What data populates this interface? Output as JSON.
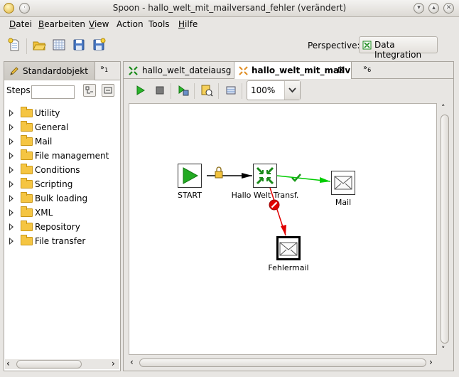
{
  "window": {
    "title": "Spoon - hallo_welt_mit_mailversand_fehler (verändert)"
  },
  "menu": {
    "items": [
      {
        "label": "Datei",
        "mnemonic": "D",
        "rest": "atei"
      },
      {
        "label": "Bearbeiten",
        "mnemonic": "B",
        "rest": "earbeiten"
      },
      {
        "label": "View",
        "mnemonic": "V",
        "rest": "iew"
      },
      {
        "label": "Action",
        "mnemonic": "",
        "rest": "Action"
      },
      {
        "label": "Tools",
        "mnemonic": "",
        "rest": "Tools"
      },
      {
        "label": "Hilfe",
        "mnemonic": "H",
        "rest": "ilfe"
      }
    ]
  },
  "toolbar": {
    "icons": [
      "new-file-icon",
      "open-folder-icon",
      "explore-repository-icon",
      "save-icon",
      "save-as-icon"
    ],
    "perspective_label": "Perspective:",
    "perspective_value": "Data Integration"
  },
  "left_panel": {
    "tab_label": "Standardobjekt",
    "more_tabs": "1",
    "steps_label": "Steps",
    "steps_value": "",
    "categories": [
      "Utility",
      "General",
      "Mail",
      "File management",
      "Conditions",
      "Scripting",
      "Bulk loading",
      "XML",
      "Repository",
      "File transfer"
    ]
  },
  "editor": {
    "tabs": [
      {
        "label": "hallo_welt_dateiausg",
        "active": false
      },
      {
        "label": "hallo_welt_mit_mailv",
        "active": true
      }
    ],
    "more_tabs": "6",
    "zoom": "100%"
  },
  "canvas": {
    "nodes": {
      "start": "START",
      "transform": "Hallo Welt Transf.",
      "mail": "Mail",
      "error_mail": "Fehlermail"
    },
    "hops": [
      {
        "from": "START",
        "to": "Hallo Welt Transf.",
        "type": "unconditional",
        "color": "#000000"
      },
      {
        "from": "Hallo Welt Transf.",
        "to": "Mail",
        "type": "success",
        "color": "#00cc00"
      },
      {
        "from": "Hallo Welt Transf.",
        "to": "Fehlermail",
        "type": "failure",
        "color": "#e00000"
      }
    ]
  },
  "colors": {
    "start_green": "#22aa22",
    "transform_green": "#1a8a1a",
    "success": "#00cc00",
    "failure": "#e00000"
  }
}
